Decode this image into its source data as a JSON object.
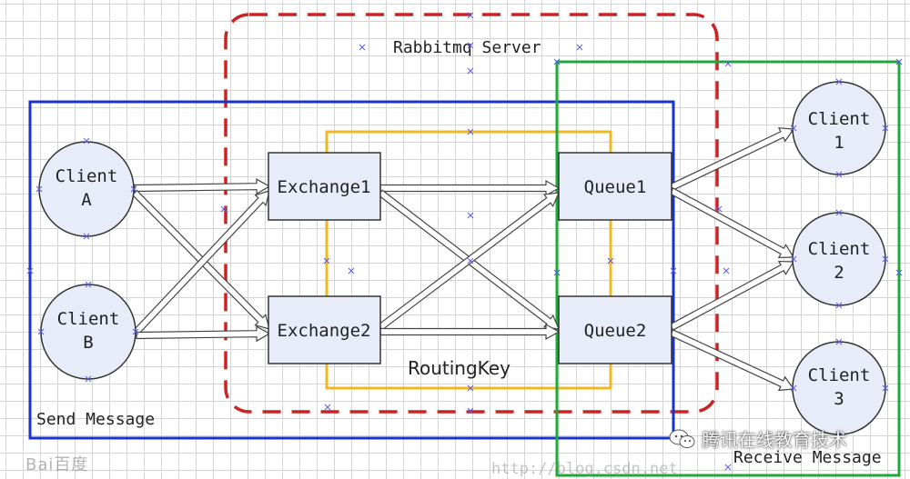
{
  "server": {
    "label": "Rabbitmq Server",
    "color": "#cc2222"
  },
  "send": {
    "label": "Send Message",
    "color": "#1a33cc"
  },
  "receive": {
    "label": "Receive Message",
    "color": "#1fa83a"
  },
  "routing": {
    "label": "RoutingKey",
    "color": "#f0b820"
  },
  "clients_left": [
    {
      "line1": "Client",
      "line2": "A"
    },
    {
      "line1": "Client",
      "line2": "B"
    }
  ],
  "exchanges": [
    "Exchange1",
    "Exchange2"
  ],
  "queues": [
    "Queue1",
    "Queue2"
  ],
  "clients_right": [
    {
      "line1": "Client",
      "line2": "1"
    },
    {
      "line1": "Client",
      "line2": "2"
    },
    {
      "line1": "Client",
      "line2": "3"
    }
  ],
  "colors": {
    "node_fill": "#e8ecf8",
    "node_stroke": "#333333",
    "arrow_fill": "#ffffff",
    "cross_marker": "#5a5ae8"
  },
  "watermark": {
    "text": "腾讯在线教育技术",
    "icon": "wechat-icon"
  },
  "brand_mark": "Bai百度",
  "url_mark": "http://blog.csdn.net"
}
